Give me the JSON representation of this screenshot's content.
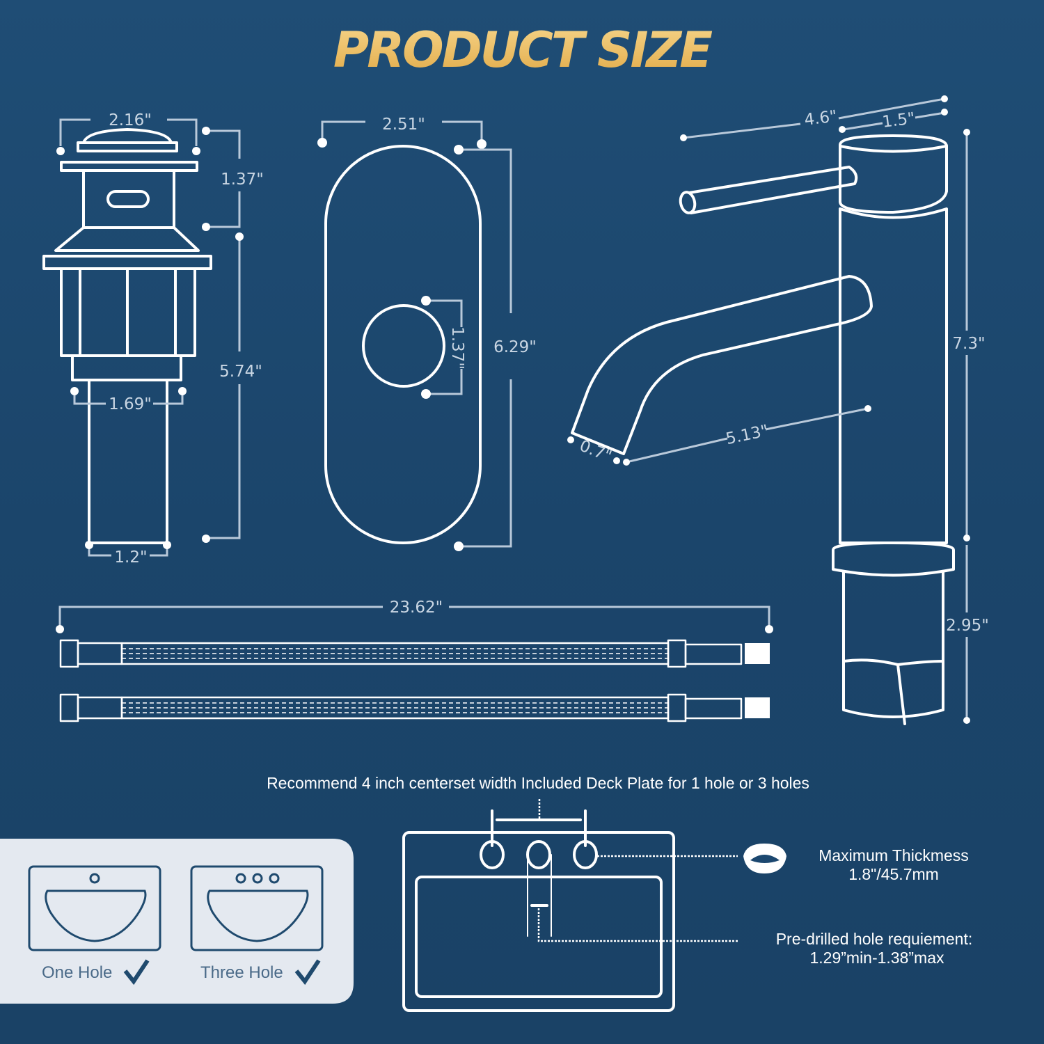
{
  "header": {
    "title": "PRODUCT SIZE",
    "title_color": "#f0c46c"
  },
  "drain": {
    "top_width": "2.16\"",
    "cap_height": "1.37\"",
    "total_height": "5.74\"",
    "body_width": "1.69\"",
    "tail_width": "1.2\""
  },
  "deck_plate": {
    "width": "2.51\"",
    "hole": "1.37\"",
    "height": "6.29\""
  },
  "faucet": {
    "handle_reach": "4.6\"",
    "top_diameter": "1.5\"",
    "height": "7.3\"",
    "spout_reach": "5.13\"",
    "spout_outlet": "0.7\"",
    "base_height": "2.95\""
  },
  "hoses": {
    "length": "23.62\""
  },
  "install": {
    "note": "Recommend 4 inch centerset width Included Deck Plate for 1 hole or 3 holes",
    "thickness_label": "Maximum Thickmess",
    "thickness_value": "1.8\"/45.7mm",
    "hole_label": "Pre-drilled hole requiement:",
    "hole_value": "1.29”min-1.38”max"
  },
  "options": [
    {
      "label": "One Hole",
      "icon": "check-icon"
    },
    {
      "label": "Three Hole",
      "icon": "check-icon"
    }
  ],
  "colors": {
    "background": "#1c4870",
    "panel": "#e4e9f0",
    "check": "#1f4a6e"
  }
}
